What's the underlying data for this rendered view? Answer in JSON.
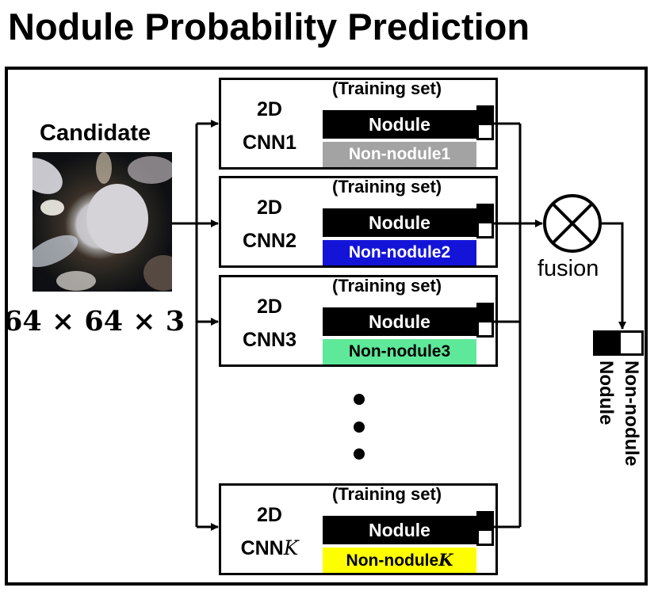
{
  "title": "Nodule Probability Prediction",
  "candidate_label": "Candidate",
  "dimensions": "64 × 64 × 3",
  "training_set_label": "(Training set)",
  "nodule_label": "Nodule",
  "cnn_prefix": "2D",
  "networks": [
    {
      "name": "CNN1",
      "name_suffix": "",
      "nonnodule": "Non-nodule1",
      "nonnodule_suffix": "",
      "color": "#a3a3a3",
      "text_color": "#ffffff"
    },
    {
      "name": "CNN2",
      "name_suffix": "",
      "nonnodule": "Non-nodule2",
      "nonnodule_suffix": "",
      "color": "#1414d8",
      "text_color": "#ffffff"
    },
    {
      "name": "CNN3",
      "name_suffix": "",
      "nonnodule": "Non-nodule3",
      "nonnodule_suffix": "",
      "color": "#5ee89a",
      "text_color": "#000000"
    },
    {
      "name": "CNN",
      "name_suffix": "K",
      "nonnodule": "Non-nodule",
      "nonnodule_suffix": "K",
      "color": "#ffff00",
      "text_color": "#000000"
    }
  ],
  "fusion_label": "fusion",
  "output_labels": [
    "Nodule",
    "Non-nodule"
  ],
  "colors": {
    "accent_black": "#000000",
    "background": "#ffffff"
  }
}
